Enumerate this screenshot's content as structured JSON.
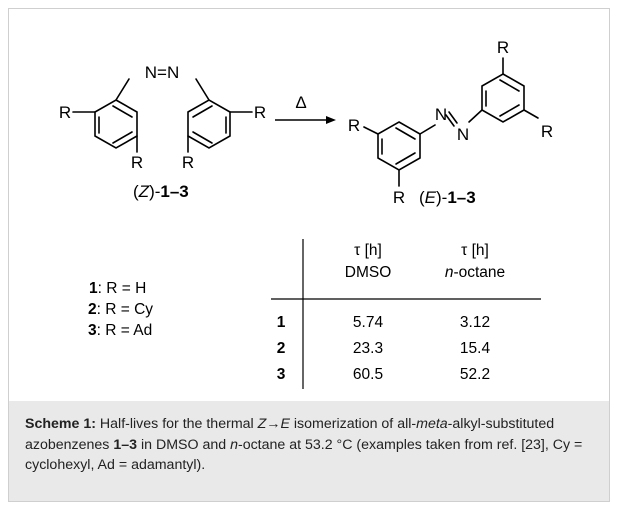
{
  "scheme": {
    "reactant": {
      "azo": "N=N",
      "substituent": "R",
      "name_stereo": "Z",
      "name_numbers": "1–3"
    },
    "arrow_label": "Δ",
    "product": {
      "atom_N": "N",
      "substituent": "R",
      "name_stereo": "E",
      "name_numbers": "1–3"
    },
    "legend": [
      {
        "number": "1",
        "text": ": R = H"
      },
      {
        "number": "2",
        "text": ": R = Cy"
      },
      {
        "number": "3",
        "text": ": R = Ad"
      }
    ],
    "table": {
      "headers": [
        {
          "line1": "τ [h]",
          "line2": "DMSO",
          "italic_part": "",
          "rest": ""
        },
        {
          "line1": "τ [h]",
          "line2": "",
          "italic_part": "n",
          "rest": "-octane"
        }
      ],
      "rows": [
        {
          "compound": "1",
          "dmso": "5.74",
          "octane": "3.12"
        },
        {
          "compound": "2",
          "dmso": "23.3",
          "octane": "15.4"
        },
        {
          "compound": "3",
          "dmso": "60.5",
          "octane": "52.2"
        }
      ]
    }
  },
  "caption": {
    "label": "Scheme 1:",
    "t1": " Half-lives for the thermal ",
    "i1": "Z",
    "t2": "→",
    "i2": "E",
    "t3": " isomerization of all-",
    "i3": "meta",
    "t4": "-alkyl-substituted azobenzenes ",
    "b1": "1–3",
    "t5": " in DMSO and ",
    "i4": "n",
    "t6": "-octane at 53.2 °C (examples taken from ref. [23], Cy = cyclohexyl, Ad = adamantyl)."
  }
}
